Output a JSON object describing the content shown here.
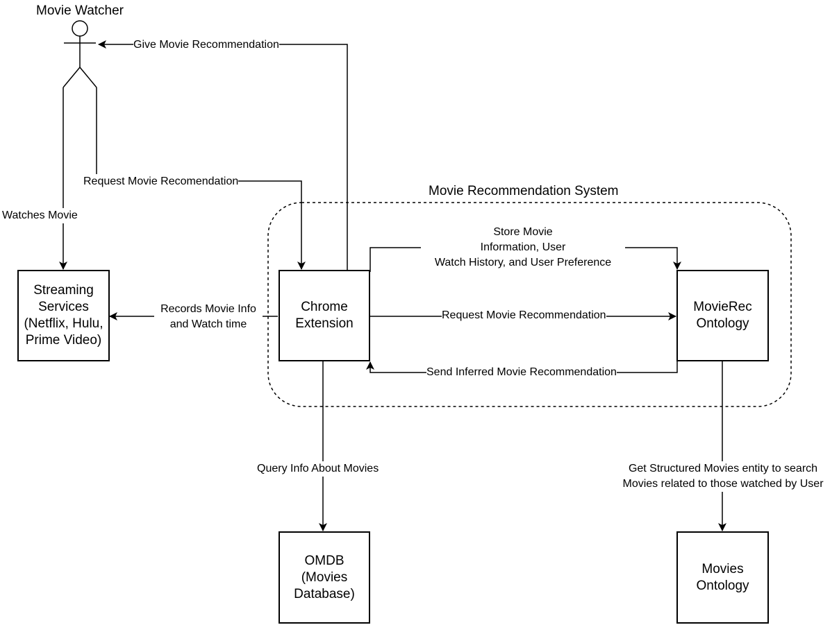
{
  "actor": {
    "name": "Movie Watcher"
  },
  "system": {
    "title": "Movie Recommendation System"
  },
  "nodes": {
    "streaming": {
      "lines": [
        "Streaming",
        "Services",
        "(Netflix, Hulu,",
        "Prime Video)"
      ]
    },
    "chrome": {
      "lines": [
        "Chrome",
        "Extension"
      ]
    },
    "movierec": {
      "lines": [
        "MovieRec",
        "Ontology"
      ]
    },
    "omdb": {
      "lines": [
        "OMDB",
        "(Movies",
        "Database)"
      ]
    },
    "movies_ontology": {
      "lines": [
        "Movies",
        "Ontology"
      ]
    }
  },
  "edges": {
    "give_rec": "Give Movie Recommendation",
    "request_rec_user": "Request Movie Recomendation",
    "watches": "Watches Movie",
    "records": [
      "Records Movie Info",
      "and Watch time"
    ],
    "store": [
      "Store Movie",
      "Information, User",
      "Watch History, and User Preference"
    ],
    "request_rec_system": "Request Movie Recommendation",
    "send_inferred": "Send Inferred Movie Recommendation",
    "query": "Query Info About Movies",
    "get_structured": [
      "Get Structured Movies entity to search",
      "Movies related to those watched by User"
    ]
  },
  "colors": {
    "line": "#000000",
    "background": "#ffffff"
  }
}
